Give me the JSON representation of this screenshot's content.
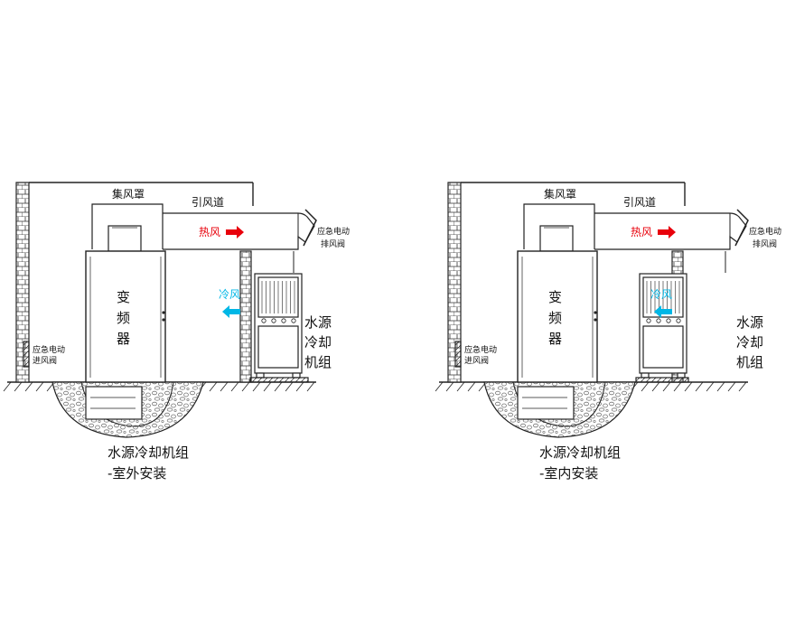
{
  "colors": {
    "line": "#222222",
    "hot": "#e8000b",
    "cold": "#00b7e6",
    "gravel": "#888888"
  },
  "panels": [
    {
      "collector": "集风罩",
      "duct": "引风道",
      "hot_air": "热风",
      "cold_air": "冷风",
      "exhaust_valve": [
        "应急电动",
        "排风阀"
      ],
      "inverter": [
        "变",
        "频",
        "器"
      ],
      "chiller": [
        "水源",
        "冷却",
        "机组"
      ],
      "intake_valve": [
        "应急电动",
        "进风阀"
      ],
      "caption": [
        "水源冷却机组",
        "-室外安装"
      ],
      "chiller_inside": false
    },
    {
      "collector": "集风罩",
      "duct": "引风道",
      "hot_air": "热风",
      "cold_air": "冷风",
      "exhaust_valve": [
        "应急电动",
        "排风阀"
      ],
      "inverter": [
        "变",
        "频",
        "器"
      ],
      "chiller": [
        "水源",
        "冷却",
        "机组"
      ],
      "intake_valve": [
        "应急电动",
        "进风阀"
      ],
      "caption": [
        "水源冷却机组",
        "-室内安装"
      ],
      "chiller_inside": true
    }
  ]
}
